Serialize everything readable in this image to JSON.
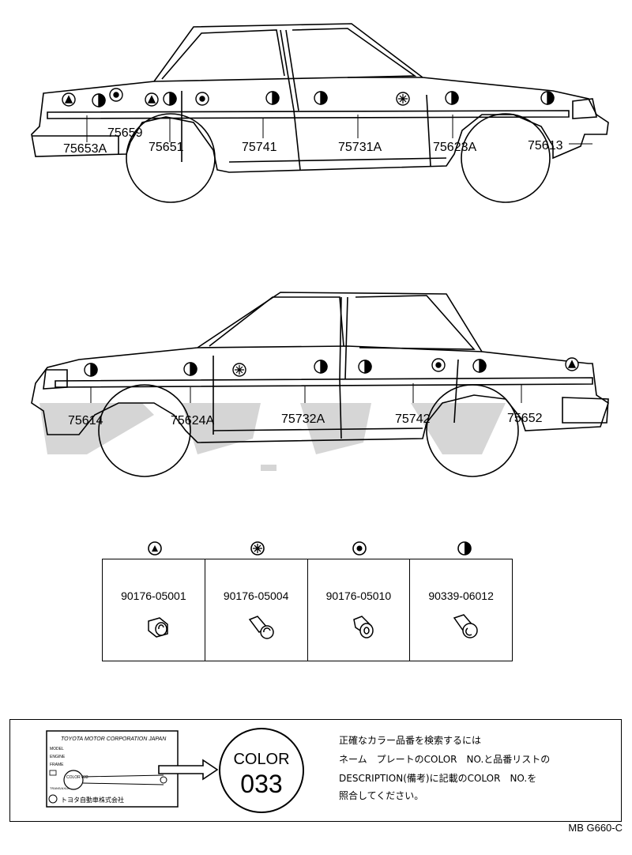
{
  "car_top": {
    "labels": [
      "75659",
      "75653A",
      "75651",
      "75741",
      "75731A",
      "75623A",
      "75613"
    ]
  },
  "car_bottom": {
    "labels": [
      "75614",
      "75624A",
      "75732A",
      "75742",
      "75652"
    ]
  },
  "parts": [
    {
      "symbol": "triangle-clip-icon",
      "part_no": "90176-05001"
    },
    {
      "symbol": "asterisk-clip-icon",
      "part_no": "90176-05004"
    },
    {
      "symbol": "ring-clip-icon",
      "part_no": "90176-05010"
    },
    {
      "symbol": "half-circle-clip-icon",
      "part_no": "90339-06012"
    }
  ],
  "nameplate": {
    "maker": "TOYOTA MOTOR CORPORATION JAPAN",
    "fields": [
      "MODEL",
      "ENGINE",
      "FRAME",
      "TRANS/AXLE"
    ],
    "color_tag": "COLOR 033",
    "company_jp": "トヨタ自動車株式会社"
  },
  "color_badge": {
    "label": "COLOR",
    "number": "033"
  },
  "instruction_lines": [
    "正確なカラー品番を検索するには",
    "ネーム　プレートのCOLOR　NO.と品番リストの",
    "DESCRIPTION(備考)に記載のCOLOR　NO.を",
    "照合してください。"
  ],
  "diagram_code": "MB G660-C"
}
